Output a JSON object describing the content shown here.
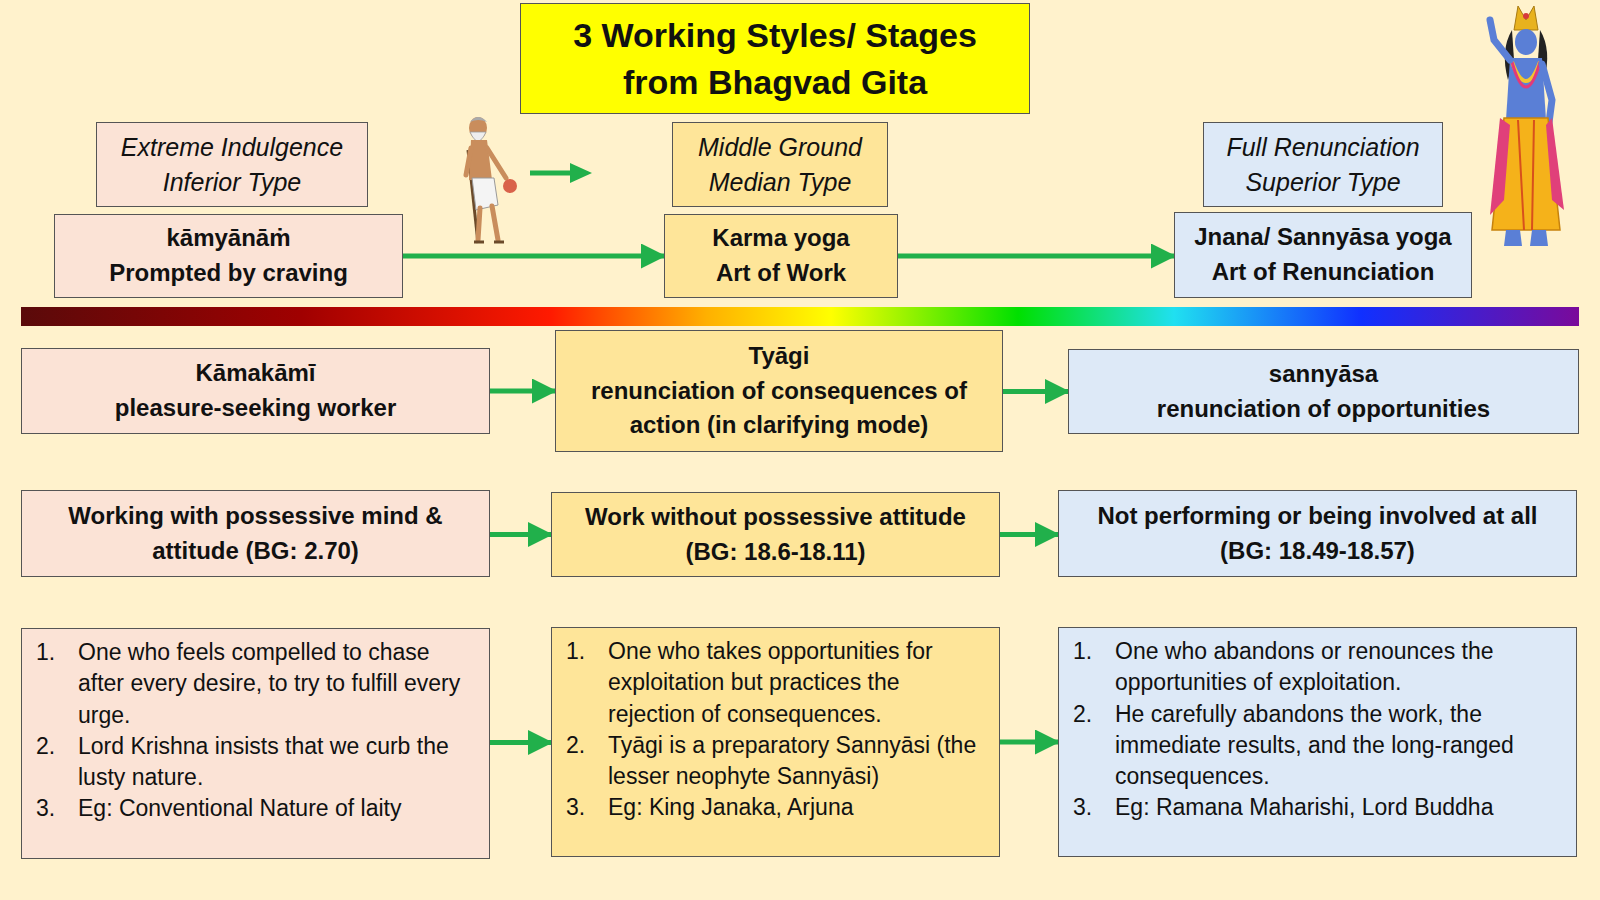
{
  "diagram": {
    "title": "3 Working Styles/ Stages from Bhagvad Gita",
    "nodes": [
      {
        "text": [
          "Extreme Indulgence Inferior Type"
        ]
      },
      {
        "text": [
          "Middle Ground Median Type"
        ]
      },
      {
        "text": [
          "Full Renunciation Superior Type"
        ]
      },
      {
        "text": [
          "kāmyānāṁ",
          "Prompted by craving"
        ]
      },
      {
        "text": [
          "Karma yoga",
          "Art of Work"
        ]
      },
      {
        "text": [
          "Jnana/ Sannyāsa yoga",
          "Art of Renunciation"
        ]
      },
      {
        "text": [
          "Kāmakāmī",
          "pleasure-seeking worker"
        ]
      },
      {
        "text": [
          "Tyāgi",
          "renunciation of consequences of action (in clarifying mode)"
        ]
      },
      {
        "text": [
          "sannyāsa",
          "renunciation of opportunities"
        ]
      },
      {
        "text": [
          "Working with possessive mind & attitude (BG: 2.70)"
        ]
      },
      {
        "text": [
          "Work without possessive attitude (BG: 18.6-18.11)"
        ]
      },
      {
        "text": [
          "Not performing or being involved at all (BG: 18.49-18.57)"
        ]
      },
      {
        "text": [
          "1.",
          "One who feels compelled to chase after every desire, to try to fulfill every urge.",
          "2.",
          "Lord Krishna insists that we curb the lusty nature.",
          "3.",
          "Eg: Conventional Nature of laity"
        ]
      },
      {
        "text": [
          "1.",
          "One who takes opportunities for exploitation but practices the rejection of consequences.",
          "2.",
          "Tyāgi is a preparatory Sannyāsi (the lesser neophyte Sannyāsi)",
          "3.",
          "Eg: King Janaka, Arjuna"
        ]
      },
      {
        "text": [
          "1.",
          "One who abandons or renounces the opportunities of exploitation.",
          "2.",
          "He carefully abandons the work, the immediate results, and the long-ranged consequences.",
          "3.",
          "Eg: Ramana Maharishi, Lord Buddha"
        ]
      }
    ],
    "edges": [
      {
        "from": 3,
        "to": 4,
        "arrow": "to"
      },
      {
        "from": 4,
        "to": 5,
        "arrow": "to"
      },
      {
        "from": 6,
        "to": 7,
        "arrow": "to"
      },
      {
        "from": 7,
        "to": 8,
        "arrow": "to"
      },
      {
        "from": 9,
        "to": 10,
        "arrow": "to"
      },
      {
        "from": 10,
        "to": 11,
        "arrow": "to"
      },
      {
        "from": 12,
        "to": 13,
        "arrow": "to"
      },
      {
        "from": 13,
        "to": 14,
        "arrow": "to"
      }
    ]
  }
}
